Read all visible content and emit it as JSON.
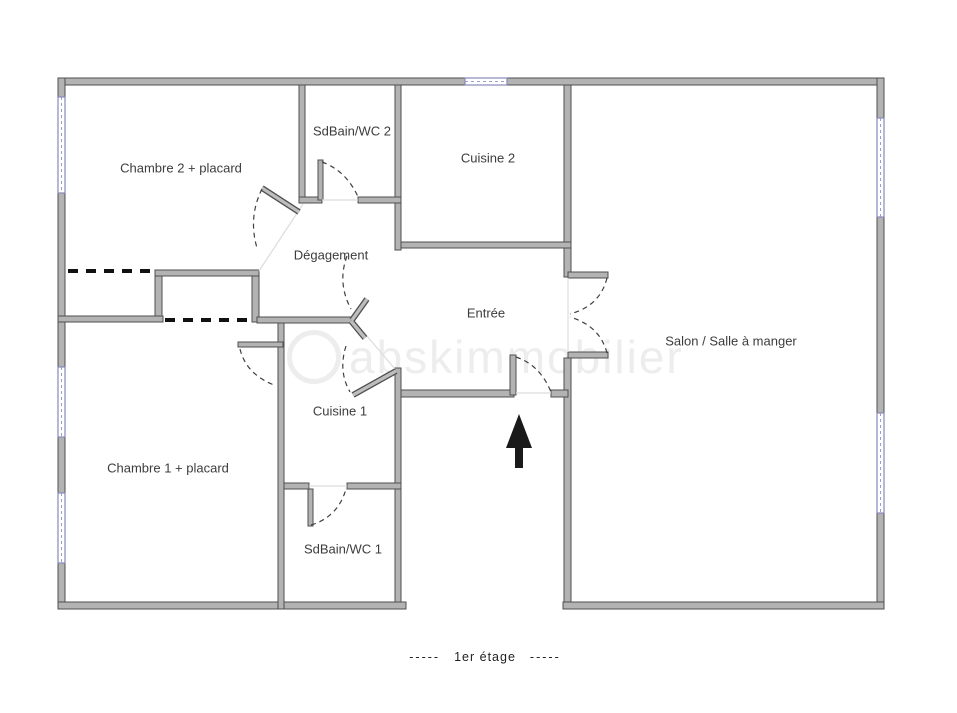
{
  "caption": {
    "left_dashes": "-----",
    "text": "1er étage",
    "right_dashes": "-----"
  },
  "watermark": {
    "text": "abskimmobilier"
  },
  "rooms": [
    {
      "id": "chambre2",
      "label": "Chambre 2 + placard"
    },
    {
      "id": "sdbain2",
      "label": "SdBain/WC 2"
    },
    {
      "id": "cuisine2",
      "label": "Cuisine 2"
    },
    {
      "id": "degagement",
      "label": "Dégagement"
    },
    {
      "id": "entree",
      "label": "Entrée"
    },
    {
      "id": "salon",
      "label": "Salon / Salle à manger"
    },
    {
      "id": "cuisine1",
      "label": "Cuisine 1"
    },
    {
      "id": "chambre1",
      "label": "Chambre 1 + placard"
    },
    {
      "id": "sdbain1",
      "label": "SdBain/WC 1"
    }
  ],
  "colors": {
    "wall_fill": "#b3b3b3",
    "wall_edge": "#4f4f4f",
    "window": "#8588bb",
    "door_arc": "#3f3f3f",
    "label_text": "#3c3c3c",
    "watermark": "#ededed"
  }
}
